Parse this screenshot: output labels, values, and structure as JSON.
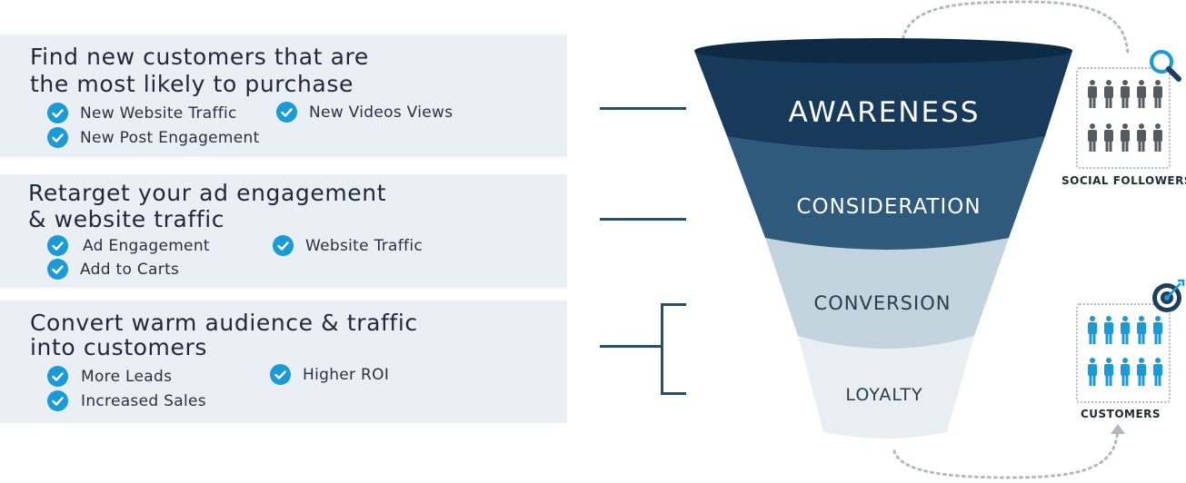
{
  "panels": [
    {
      "title_lines": [
        "Find new customers that are",
        "the most likely to purchase"
      ],
      "items": [
        "New Website Traffic",
        "New Videos Views",
        "New Post Engagement"
      ]
    },
    {
      "title_lines": [
        "Retarget your ad engagement",
        "& website traffic"
      ],
      "items": [
        "Ad Engagement",
        "Website Traffic",
        "Add to Carts"
      ]
    },
    {
      "title_lines": [
        "Convert warm audience & traffic",
        "into customers"
      ],
      "items": [
        "More Leads",
        "Higher ROI",
        "Increased Sales"
      ]
    }
  ],
  "funnel": {
    "stages": [
      "AWARENESS",
      "CONSIDERATION",
      "CONVERSION",
      "LOYALTY"
    ],
    "colors": [
      "#173a5b",
      "#2f5a7b",
      "#c3d4df",
      "#e9eef2"
    ]
  },
  "groups": {
    "social_followers": "SOCIAL FOLLOWERS",
    "customers": "CUSTOMERS"
  },
  "icons": {
    "check": "check-circle-icon",
    "search": "magnifier-icon",
    "target": "target-icon",
    "person": "person-icon"
  },
  "colors": {
    "accent": "#1a9ad6",
    "panel_bg": "#e9eff4",
    "follower_gray": "#555b61",
    "connector": "#2a4d68"
  }
}
